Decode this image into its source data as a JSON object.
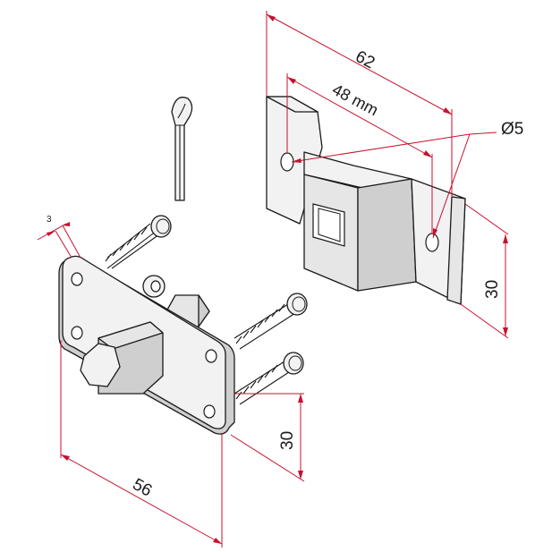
{
  "dimensions": {
    "width_62": "62",
    "spacing_48": "48 mm",
    "hole_diameter": "Ø5",
    "bracket_height": "30",
    "plate_height": "30",
    "plate_width": "56",
    "plate_thickness": "3"
  },
  "colors": {
    "dimension_line": "#c8102e",
    "part_fill": "#e6e6e6",
    "outline": "#1a1a1a"
  }
}
